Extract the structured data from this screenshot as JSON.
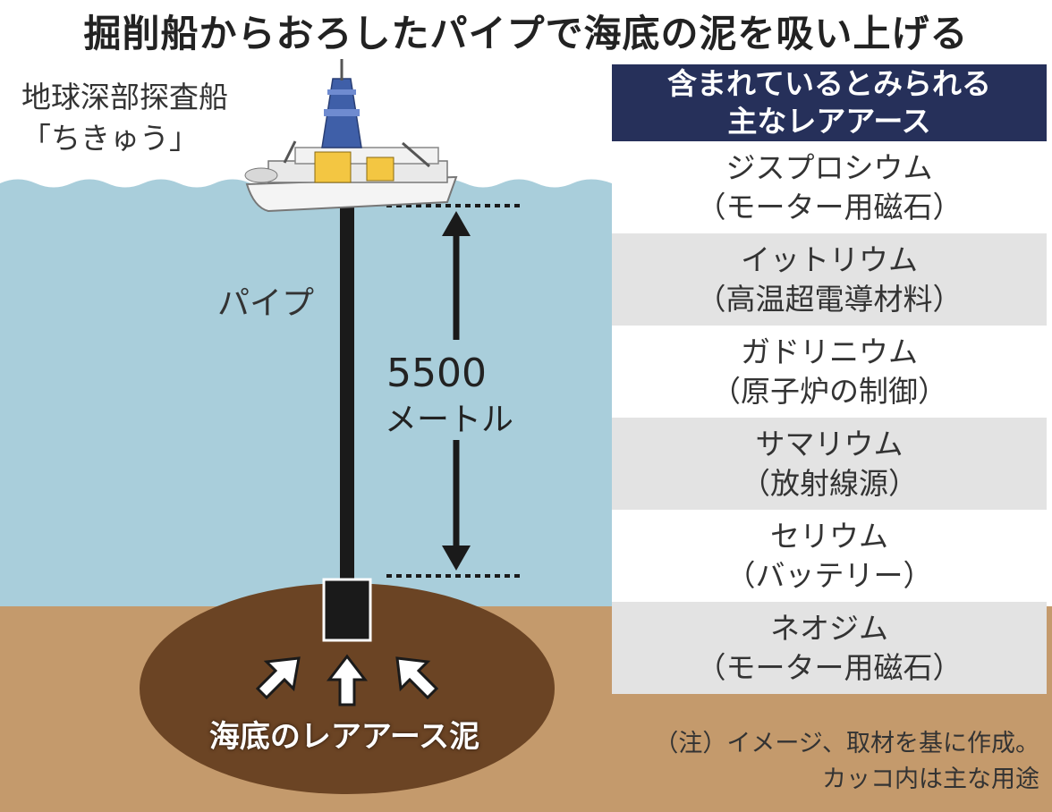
{
  "title": "掘削船からおろしたパイプで海底の泥を吸い上げる",
  "ship": {
    "line1": "地球深部探査船",
    "line2": "「ちきゅう」"
  },
  "pipe_label": "パイプ",
  "depth": {
    "value": "5500",
    "unit": "メートル"
  },
  "mud_label": "海底のレアアース泥",
  "panel": {
    "header_line1": "含まれているとみられる",
    "header_line2": "主なレアアース",
    "items": [
      {
        "name": "ジスプロシウム",
        "use": "（モーター用磁石）"
      },
      {
        "name": "イットリウム",
        "use": "（高温超電導材料）"
      },
      {
        "name": "ガドリニウム",
        "use": "（原子炉の制御）"
      },
      {
        "name": "サマリウム",
        "use": "（放射線源）"
      },
      {
        "name": "セリウム",
        "use": "（バッテリー）"
      },
      {
        "name": "ネオジム",
        "use": "（モーター用磁石）"
      }
    ]
  },
  "note": {
    "line1": "（注）イメージ、取材を基に作成。",
    "line2": "カッコ内は主な用途"
  },
  "colors": {
    "sea": "#a9cedb",
    "seabed": "#c49a6c",
    "mud": "#6b4424",
    "panel_header": "#26305a"
  }
}
